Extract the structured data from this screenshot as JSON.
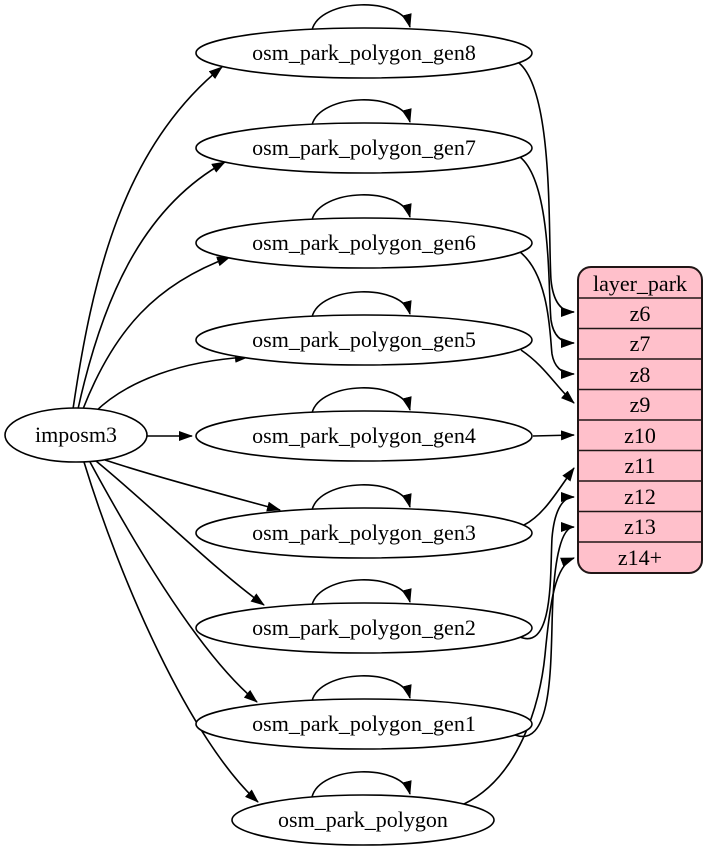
{
  "diagram": {
    "source": {
      "label": "imposm3"
    },
    "tables": [
      {
        "label": "osm_park_polygon_gen8",
        "row": "z6"
      },
      {
        "label": "osm_park_polygon_gen7",
        "row": "z7"
      },
      {
        "label": "osm_park_polygon_gen6",
        "row": "z8"
      },
      {
        "label": "osm_park_polygon_gen5",
        "row": "z9"
      },
      {
        "label": "osm_park_polygon_gen4",
        "row": "z10"
      },
      {
        "label": "osm_park_polygon_gen3",
        "row": "z11"
      },
      {
        "label": "osm_park_polygon_gen2",
        "row": "z12"
      },
      {
        "label": "osm_park_polygon_gen1",
        "row": "z13"
      },
      {
        "label": "osm_park_polygon",
        "row": "z14+"
      }
    ],
    "layer": {
      "title": "layer_park",
      "rows": [
        "z6",
        "z7",
        "z8",
        "z9",
        "z10",
        "z11",
        "z12",
        "z13",
        "z14+"
      ]
    },
    "colors": {
      "layer_fill": "#ffc0cb",
      "node_fill": "#ffffff",
      "edge": "#000000"
    }
  }
}
